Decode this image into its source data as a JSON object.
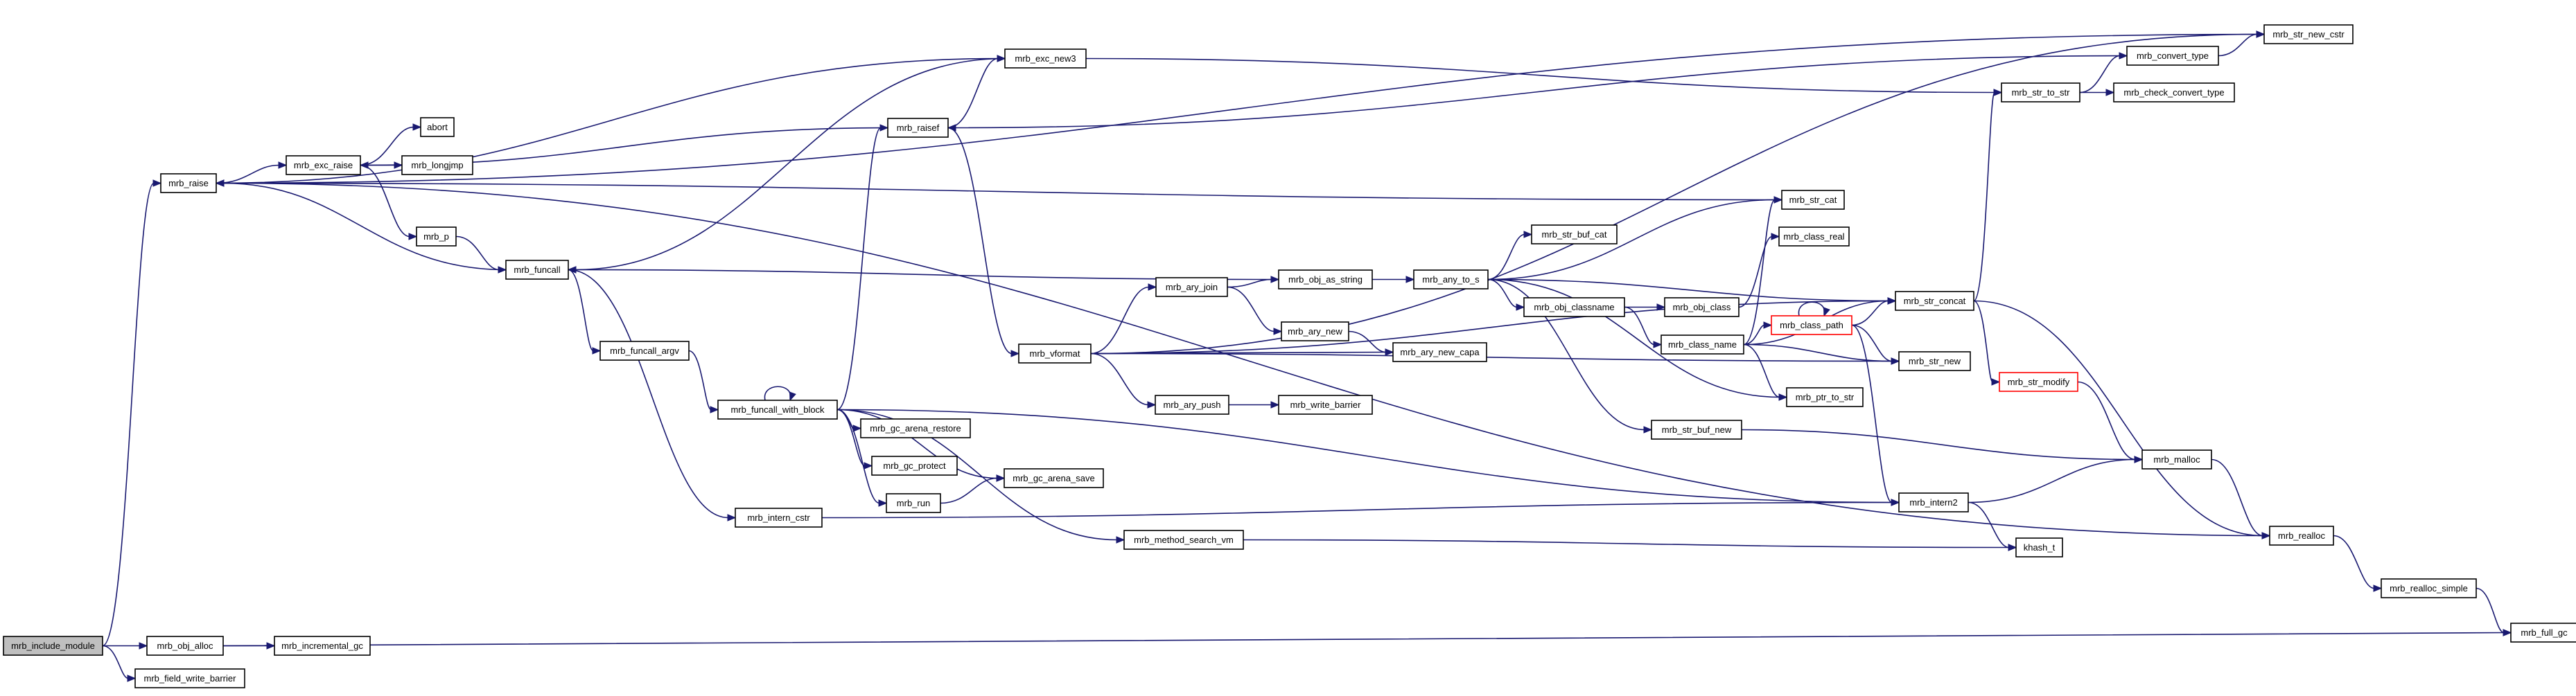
{
  "diagram": {
    "nodes": [
      {
        "id": "mrb_include_module",
        "label": "mrb_include_module",
        "root": true
      },
      {
        "id": "mrb_raise",
        "label": "mrb_raise"
      },
      {
        "id": "mrb_obj_alloc",
        "label": "mrb_obj_alloc"
      },
      {
        "id": "mrb_field_write_barrier",
        "label": "mrb_field_write_barrier"
      },
      {
        "id": "mrb_incremental_gc",
        "label": "mrb_incremental_gc"
      },
      {
        "id": "mrb_exc_raise",
        "label": "mrb_exc_raise"
      },
      {
        "id": "abort",
        "label": "abort"
      },
      {
        "id": "mrb_longjmp",
        "label": "mrb_longjmp"
      },
      {
        "id": "mrb_p",
        "label": "mrb_p"
      },
      {
        "id": "mrb_funcall",
        "label": "mrb_funcall"
      },
      {
        "id": "mrb_funcall_argv",
        "label": "mrb_funcall_argv"
      },
      {
        "id": "mrb_funcall_with_block",
        "label": "mrb_funcall_with_block"
      },
      {
        "id": "mrb_intern_cstr",
        "label": "mrb_intern_cstr"
      },
      {
        "id": "mrb_gc_arena_restore",
        "label": "mrb_gc_arena_restore"
      },
      {
        "id": "mrb_gc_protect",
        "label": "mrb_gc_protect"
      },
      {
        "id": "mrb_gc_arena_save",
        "label": "mrb_gc_arena_save"
      },
      {
        "id": "mrb_run",
        "label": "mrb_run"
      },
      {
        "id": "mrb_raisef",
        "label": "mrb_raisef"
      },
      {
        "id": "mrb_exc_new3",
        "label": "mrb_exc_new3"
      },
      {
        "id": "mrb_vformat",
        "label": "mrb_vformat"
      },
      {
        "id": "mrb_method_search_vm",
        "label": "mrb_method_search_vm"
      },
      {
        "id": "mrb_ary_join",
        "label": "mrb_ary_join"
      },
      {
        "id": "mrb_ary_push",
        "label": "mrb_ary_push"
      },
      {
        "id": "mrb_obj_as_string",
        "label": "mrb_obj_as_string"
      },
      {
        "id": "mrb_ary_new",
        "label": "mrb_ary_new"
      },
      {
        "id": "mrb_ary_new_capa",
        "label": "mrb_ary_new_capa"
      },
      {
        "id": "mrb_write_barrier",
        "label": "mrb_write_barrier"
      },
      {
        "id": "mrb_any_to_s",
        "label": "mrb_any_to_s"
      },
      {
        "id": "mrb_str_buf_cat",
        "label": "mrb_str_buf_cat"
      },
      {
        "id": "mrb_obj_classname",
        "label": "mrb_obj_classname"
      },
      {
        "id": "mrb_str_cat",
        "label": "mrb_str_cat"
      },
      {
        "id": "mrb_class_real",
        "label": "mrb_class_real"
      },
      {
        "id": "mrb_obj_class",
        "label": "mrb_obj_class"
      },
      {
        "id": "mrb_class_name",
        "label": "mrb_class_name"
      },
      {
        "id": "mrb_class_path",
        "label": "mrb_class_path",
        "red": true
      },
      {
        "id": "mrb_str_concat",
        "label": "mrb_str_concat"
      },
      {
        "id": "mrb_str_new",
        "label": "mrb_str_new"
      },
      {
        "id": "mrb_ptr_to_str",
        "label": "mrb_ptr_to_str"
      },
      {
        "id": "mrb_str_buf_new",
        "label": "mrb_str_buf_new"
      },
      {
        "id": "mrb_str_modify",
        "label": "mrb_str_modify",
        "red": true
      },
      {
        "id": "mrb_intern2",
        "label": "mrb_intern2"
      },
      {
        "id": "khash_t",
        "label": "khash_t"
      },
      {
        "id": "mrb_malloc",
        "label": "mrb_malloc"
      },
      {
        "id": "mrb_realloc",
        "label": "mrb_realloc"
      },
      {
        "id": "mrb_realloc_simple",
        "label": "mrb_realloc_simple"
      },
      {
        "id": "mrb_full_gc",
        "label": "mrb_full_gc"
      },
      {
        "id": "mrb_str_to_str",
        "label": "mrb_str_to_str"
      },
      {
        "id": "mrb_convert_type",
        "label": "mrb_convert_type"
      },
      {
        "id": "mrb_check_convert_type",
        "label": "mrb_check_convert_type"
      },
      {
        "id": "mrb_str_new_cstr",
        "label": "mrb_str_new_cstr"
      }
    ],
    "edges": [
      [
        "mrb_include_module",
        "mrb_raise"
      ],
      [
        "mrb_include_module",
        "mrb_obj_alloc"
      ],
      [
        "mrb_include_module",
        "mrb_field_write_barrier"
      ],
      [
        "mrb_obj_alloc",
        "mrb_incremental_gc"
      ],
      [
        "mrb_obj_alloc",
        "mrb_full_gc"
      ],
      [
        "mrb_raise",
        "mrb_exc_raise"
      ],
      [
        "mrb_raise",
        "mrb_exc_new3"
      ],
      [
        "mrb_raise",
        "mrb_str_new_cstr"
      ],
      [
        "mrb_exc_raise",
        "abort"
      ],
      [
        "mrb_exc_raise",
        "mrb_longjmp"
      ],
      [
        "mrb_exc_raise",
        "mrb_p"
      ],
      [
        "mrb_p",
        "mrb_funcall"
      ],
      [
        "mrb_funcall",
        "mrb_raise"
      ],
      [
        "mrb_funcall",
        "mrb_funcall_argv"
      ],
      [
        "mrb_funcall",
        "mrb_intern_cstr"
      ],
      [
        "mrb_funcall_argv",
        "mrb_funcall_with_block"
      ],
      [
        "mrb_funcall_with_block",
        "mrb_funcall_with_block"
      ],
      [
        "mrb_funcall_with_block",
        "mrb_raisef"
      ],
      [
        "mrb_funcall_with_block",
        "mrb_gc_arena_restore"
      ],
      [
        "mrb_funcall_with_block",
        "mrb_gc_protect"
      ],
      [
        "mrb_funcall_with_block",
        "mrb_gc_arena_save"
      ],
      [
        "mrb_funcall_with_block",
        "mrb_run"
      ],
      [
        "mrb_funcall_with_block",
        "mrb_method_search_vm"
      ],
      [
        "mrb_funcall_with_block",
        "mrb_intern2"
      ],
      [
        "mrb_run",
        "mrb_gc_arena_save"
      ],
      [
        "mrb_intern_cstr",
        "mrb_intern2"
      ],
      [
        "mrb_method_search_vm",
        "khash_t"
      ],
      [
        "mrb_raisef",
        "mrb_exc_new3"
      ],
      [
        "mrb_raisef",
        "mrb_exc_raise"
      ],
      [
        "mrb_raisef",
        "mrb_vformat"
      ],
      [
        "mrb_exc_new3",
        "mrb_funcall"
      ],
      [
        "mrb_exc_new3",
        "mrb_str_to_str"
      ],
      [
        "mrb_vformat",
        "mrb_ary_join"
      ],
      [
        "mrb_vformat",
        "mrb_ary_push"
      ],
      [
        "mrb_vformat",
        "mrb_ary_new_capa"
      ],
      [
        "mrb_vformat",
        "mrb_str_new"
      ],
      [
        "mrb_vformat",
        "mrb_str_concat"
      ],
      [
        "mrb_vformat",
        "mrb_str_new_cstr"
      ],
      [
        "mrb_ary_join",
        "mrb_obj_as_string"
      ],
      [
        "mrb_ary_join",
        "mrb_ary_new"
      ],
      [
        "mrb_ary_new",
        "mrb_ary_new_capa"
      ],
      [
        "mrb_ary_push",
        "mrb_write_barrier"
      ],
      [
        "mrb_obj_as_string",
        "mrb_funcall"
      ],
      [
        "mrb_obj_as_string",
        "mrb_any_to_s"
      ],
      [
        "mrb_any_to_s",
        "mrb_str_buf_cat"
      ],
      [
        "mrb_any_to_s",
        "mrb_str_cat"
      ],
      [
        "mrb_any_to_s",
        "mrb_obj_classname"
      ],
      [
        "mrb_any_to_s",
        "mrb_str_buf_new"
      ],
      [
        "mrb_any_to_s",
        "mrb_ptr_to_str"
      ],
      [
        "mrb_any_to_s",
        "mrb_str_concat"
      ],
      [
        "mrb_str_cat",
        "mrb_raise"
      ],
      [
        "mrb_obj_classname",
        "mrb_obj_class"
      ],
      [
        "mrb_obj_classname",
        "mrb_class_name"
      ],
      [
        "mrb_obj_class",
        "mrb_class_real"
      ],
      [
        "mrb_class_name",
        "mrb_class_path"
      ],
      [
        "mrb_class_name",
        "mrb_str_new"
      ],
      [
        "mrb_class_name",
        "mrb_ptr_to_str"
      ],
      [
        "mrb_class_name",
        "mrb_str_cat"
      ],
      [
        "mrb_class_name",
        "mrb_str_concat"
      ],
      [
        "mrb_class_path",
        "mrb_class_path"
      ],
      [
        "mrb_class_path",
        "mrb_str_concat"
      ],
      [
        "mrb_class_path",
        "mrb_str_new"
      ],
      [
        "mrb_class_path",
        "mrb_intern2"
      ],
      [
        "mrb_str_concat",
        "mrb_str_to_str"
      ],
      [
        "mrb_str_concat",
        "mrb_str_modify"
      ],
      [
        "mrb_str_concat",
        "mrb_realloc"
      ],
      [
        "mrb_str_buf_new",
        "mrb_malloc"
      ],
      [
        "mrb_str_modify",
        "mrb_malloc"
      ],
      [
        "mrb_intern2",
        "mrb_malloc"
      ],
      [
        "mrb_intern2",
        "khash_t"
      ],
      [
        "mrb_malloc",
        "mrb_realloc"
      ],
      [
        "mrb_realloc",
        "mrb_raise"
      ],
      [
        "mrb_realloc",
        "mrb_realloc_simple"
      ],
      [
        "mrb_realloc_simple",
        "mrb_full_gc"
      ],
      [
        "mrb_str_to_str",
        "mrb_convert_type"
      ],
      [
        "mrb_str_to_str",
        "mrb_check_convert_type"
      ],
      [
        "mrb_convert_type",
        "mrb_raisef"
      ],
      [
        "mrb_convert_type",
        "mrb_str_new_cstr"
      ]
    ]
  },
  "colors": {
    "edge": "#191970",
    "node_border": "#000000",
    "root_fill": "#bfbfbf",
    "highlight_border": "#ff0000",
    "background": "#ffffff"
  }
}
